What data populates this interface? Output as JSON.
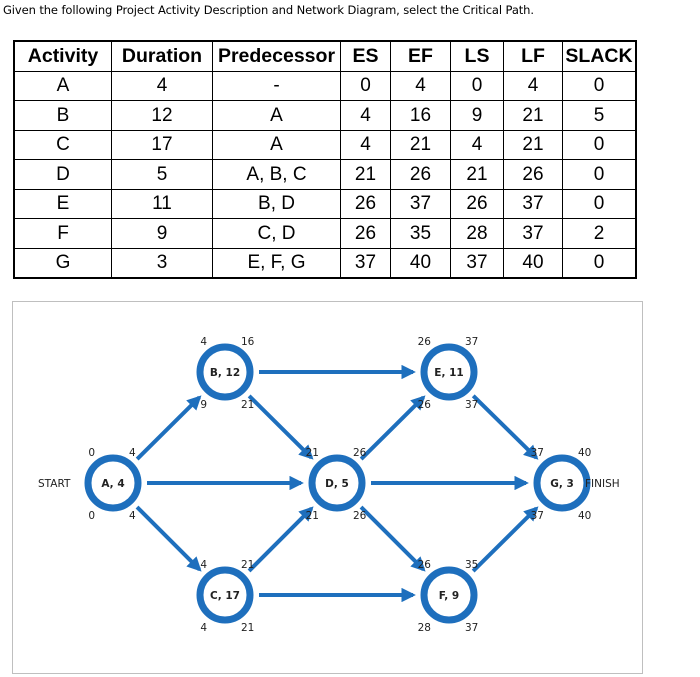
{
  "question": "Given the following Project Activity Description and Network Diagram, select the Critical Path.",
  "table": {
    "headers": [
      "Activity",
      "Duration",
      "Predecessor",
      "ES",
      "EF",
      "LS",
      "LF",
      "SLACK"
    ],
    "rows": [
      [
        "A",
        "4",
        "-",
        "0",
        "4",
        "0",
        "4",
        "0"
      ],
      [
        "B",
        "12",
        "A",
        "4",
        "16",
        "9",
        "21",
        "5"
      ],
      [
        "C",
        "17",
        "A",
        "4",
        "21",
        "4",
        "21",
        "0"
      ],
      [
        "D",
        "5",
        "A, B, C",
        "21",
        "26",
        "21",
        "26",
        "0"
      ],
      [
        "E",
        "11",
        "B, D",
        "26",
        "37",
        "26",
        "37",
        "0"
      ],
      [
        "F",
        "9",
        "C, D",
        "26",
        "35",
        "28",
        "37",
        "2"
      ],
      [
        "G",
        "3",
        "E, F, G",
        "37",
        "40",
        "37",
        "40",
        "0"
      ]
    ]
  },
  "diagram": {
    "start_label": "START",
    "finish_label": "FINISH",
    "colors": {
      "node_ring": "#1e6fbd",
      "arrow": "#1e6fbd"
    },
    "nodes": [
      {
        "id": "A",
        "label": "A, 4",
        "es": "0",
        "ef": "4",
        "ls": "0",
        "lf": "4"
      },
      {
        "id": "B",
        "label": "B, 12",
        "es": "4",
        "ef": "16",
        "ls": "9",
        "lf": "21"
      },
      {
        "id": "C",
        "label": "C, 17",
        "es": "4",
        "ef": "21",
        "ls": "4",
        "lf": "21"
      },
      {
        "id": "D",
        "label": "D, 5",
        "es": "21",
        "ef": "26",
        "ls": "21",
        "lf": "26"
      },
      {
        "id": "E",
        "label": "E, 11",
        "es": "26",
        "ef": "37",
        "ls": "26",
        "lf": "37"
      },
      {
        "id": "F",
        "label": "F, 9",
        "es": "26",
        "ef": "35",
        "ls": "28",
        "lf": "37"
      },
      {
        "id": "G",
        "label": "G, 3",
        "es": "37",
        "ef": "40",
        "ls": "37",
        "lf": "40"
      }
    ],
    "edges": [
      [
        "START",
        "A"
      ],
      [
        "A",
        "B"
      ],
      [
        "A",
        "D"
      ],
      [
        "A",
        "C"
      ],
      [
        "B",
        "E"
      ],
      [
        "B",
        "D"
      ],
      [
        "C",
        "D"
      ],
      [
        "C",
        "F"
      ],
      [
        "D",
        "E"
      ],
      [
        "D",
        "G"
      ],
      [
        "D",
        "F"
      ],
      [
        "E",
        "G"
      ],
      [
        "F",
        "G"
      ],
      [
        "G",
        "FINISH"
      ]
    ]
  }
}
